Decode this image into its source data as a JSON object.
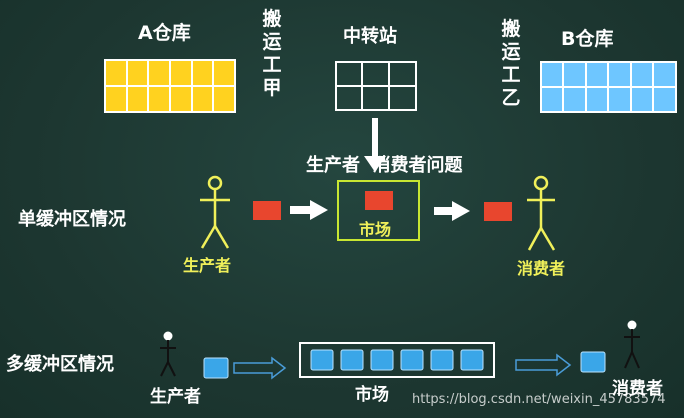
{
  "top": {
    "warehouse_a": "A仓库",
    "transfer_station": "中转站",
    "warehouse_b": "B仓库",
    "porter_a": [
      "搬",
      "运",
      "工",
      "甲"
    ],
    "porter_b": [
      "搬",
      "运",
      "工",
      "乙"
    ],
    "colors": {
      "warehouse_a": "#ffd21f",
      "warehouse_b": "#6ec6ff",
      "station": "#ffffff"
    }
  },
  "problem_title": "生产者  消费者问题",
  "single_buffer": {
    "label": "单缓冲区情况",
    "producer": "生产者",
    "market": "市场",
    "consumer": "消费者",
    "colors": {
      "figure": "#f0f05a",
      "item": "#e8462e",
      "market_border": "#c8e632"
    }
  },
  "multi_buffer": {
    "label": "多缓冲区情况",
    "producer": "生产者",
    "market": "市场",
    "consumer": "消费者",
    "colors": {
      "item": "#3aa6e8",
      "arrow": "#4a9cd8"
    }
  },
  "watermark": "https://blog.csdn.net/weixin_45783574"
}
